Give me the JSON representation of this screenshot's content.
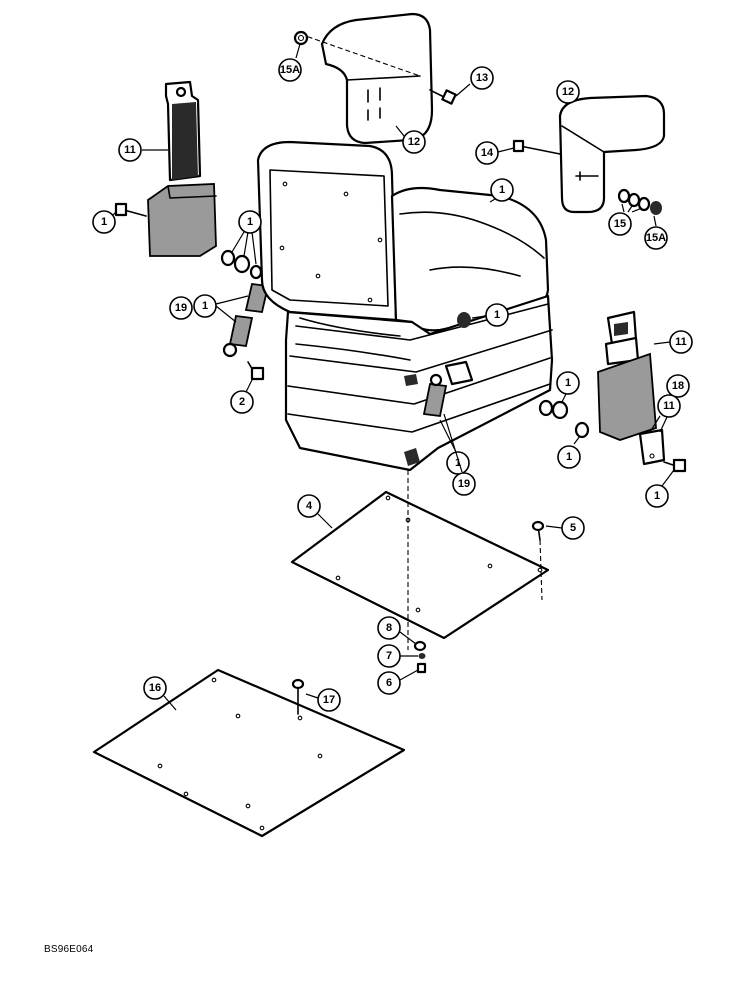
{
  "figure_code": "BS96E064",
  "callouts": {
    "c1a": "1",
    "c1b": "1",
    "c1c": "1",
    "c1d": "1",
    "c1e": "1",
    "c1f": "1",
    "c1g": "1",
    "c1h": "1",
    "c1i": "1",
    "c2": "2",
    "c4": "4",
    "c5": "5",
    "c6": "6",
    "c7": "7",
    "c8": "8",
    "c11a": "11",
    "c11b": "11",
    "c11c": "11",
    "c12a": "12",
    "c12b": "12",
    "c13": "13",
    "c14": "14",
    "c15": "15",
    "c15Aa": "15A",
    "c15Ab": "15A",
    "c16": "16",
    "c17": "17",
    "c18": "18",
    "c19a": "19",
    "c19b": "19"
  }
}
